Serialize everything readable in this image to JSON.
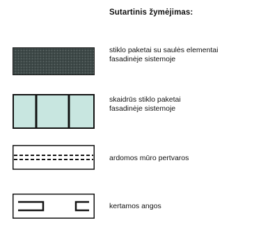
{
  "legend": {
    "title": "Sutartinis žymėjimas:",
    "items": [
      {
        "key": "solar",
        "lines": [
          "stiklo paketai su saulės elementai",
          "fasadinėje sistemoje"
        ],
        "fill": "#3f4a49"
      },
      {
        "key": "glass",
        "lines": [
          "skaidrūs stiklo paketai",
          "fasadinėje sistemoje"
        ],
        "fill": "#c8e6e0"
      },
      {
        "key": "demolish",
        "lines": [
          "ardomos mūro pertvaros"
        ]
      },
      {
        "key": "openings",
        "lines": [
          "kertamos angos"
        ]
      }
    ]
  }
}
